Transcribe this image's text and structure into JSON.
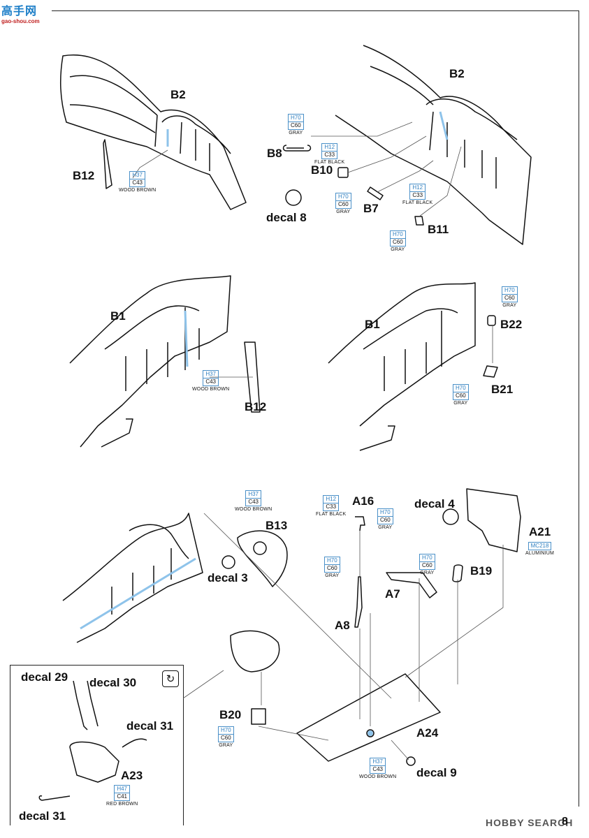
{
  "watermark": {
    "logo_text": "高手网",
    "logo_url": "gao-shou.com",
    "footer_brand": "HOBBY SEARCH"
  },
  "page_number": "8",
  "rotate_symbol": "↻",
  "steps": {
    "s1": {
      "part_a": "B2",
      "part_b": "B12",
      "paint": {
        "h": "H37",
        "c": "C43",
        "n": "WOOD BROWN"
      }
    },
    "s2": {
      "part_main": "B2",
      "parts": {
        "b8": "B8",
        "b10": "B10",
        "b7": "B7",
        "b11": "B11",
        "decal": "decal 8"
      },
      "paint_b8": {
        "h": "H70",
        "c": "C60",
        "n": "GRAY"
      },
      "paint_b8_end": {
        "h": "H12",
        "c": "C33",
        "n": "FLAT BLACK"
      },
      "paint_b10": {
        "h": "H70",
        "c": "C60",
        "n": "GRAY"
      },
      "paint_b11_top": {
        "h": "H12",
        "c": "C33",
        "n": "FLAT BLACK"
      },
      "paint_b11": {
        "h": "H70",
        "c": "C60",
        "n": "GRAY"
      }
    },
    "s3": {
      "part_a": "B1",
      "part_b": "B12",
      "paint": {
        "h": "H37",
        "c": "C43",
        "n": "WOOD BROWN"
      }
    },
    "s4": {
      "part_a": "B1",
      "part_b22": "B22",
      "part_b21": "B21",
      "paint_b22": {
        "h": "H70",
        "c": "C60",
        "n": "GRAY"
      },
      "paint_b21": {
        "h": "H70",
        "c": "C60",
        "n": "GRAY"
      }
    },
    "s5": {
      "b13": "B13",
      "decal3": "decal 3",
      "a16": "A16",
      "a8": "A8",
      "a7": "A7",
      "decal4": "decal 4",
      "b19": "B19",
      "a21": "A21",
      "a24": "A24",
      "b20": "B20",
      "decal9": "decal 9",
      "paint_b13": {
        "h": "H37",
        "c": "C43",
        "n": "WOOD BROWN"
      },
      "paint_a16_left": {
        "h": "H12",
        "c": "C33",
        "n": "FLAT BLACK"
      },
      "paint_a16_right": {
        "h": "H70",
        "c": "C60",
        "n": "GRAY"
      },
      "paint_a8": {
        "h": "H70",
        "c": "C60",
        "n": "GRAY"
      },
      "paint_b19": {
        "h": "H70",
        "c": "C60",
        "n": "GRAY"
      },
      "paint_a21": {
        "h": "MC218",
        "c": "",
        "n": "ALUMINIUM"
      },
      "paint_b20": {
        "h": "H70",
        "c": "C60",
        "n": "GRAY"
      },
      "paint_a24": {
        "h": "H37",
        "c": "C43",
        "n": "WOOD BROWN"
      }
    },
    "inset": {
      "decal29": "decal 29",
      "decal30": "decal 30",
      "decal31a": "decal 31",
      "decal31b": "decal 31",
      "a23": "A23",
      "paint_a23": {
        "h": "H47",
        "c": "C41",
        "n": "RED BROWN"
      }
    }
  },
  "colors": {
    "paint_code": "#2f7fc0",
    "highlight": "#8ec3ea",
    "line": "#111111"
  }
}
